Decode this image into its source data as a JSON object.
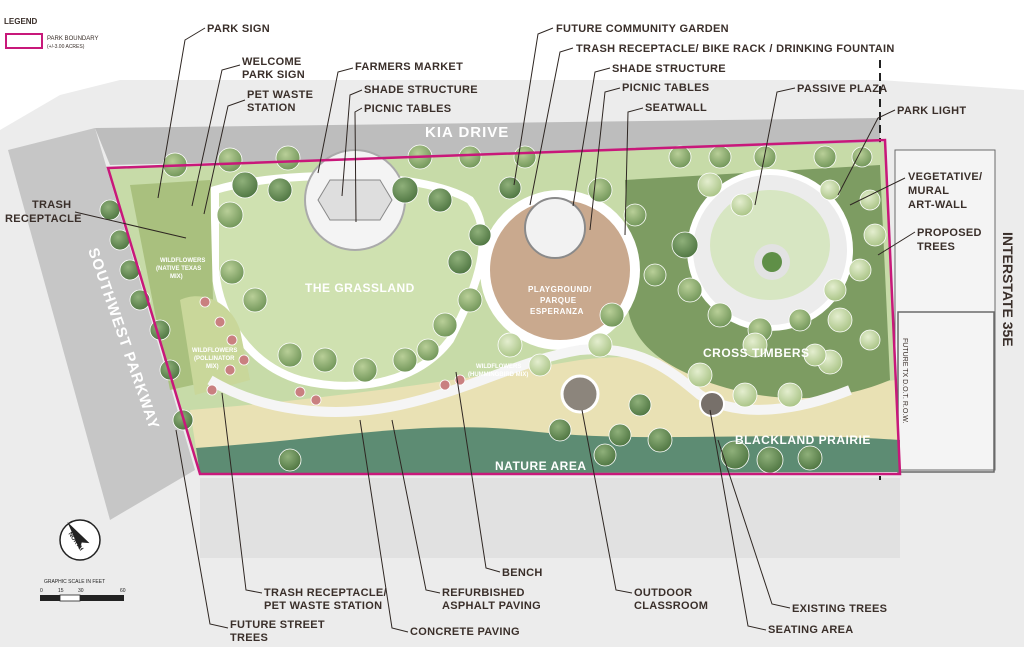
{
  "legend": {
    "title": "LEGEND",
    "boundary_label": "PARK BOUNDARY",
    "boundary_area": "(+/-3.00 ACRES)",
    "boundary_color": "#c8187a"
  },
  "scale": {
    "north_label": "NORTH",
    "caption": "GRAPHIC SCALE IN FEET",
    "ticks": [
      "0",
      "15",
      "30",
      "60"
    ]
  },
  "roads": {
    "kia_drive": "KIA DRIVE",
    "southwest_parkway": "SOUTHWEST PARKWAY",
    "interstate": "INTERSTATE 35E",
    "row": "FUTURE TX D.O.T. R.O.W."
  },
  "zones": {
    "grassland": "THE GRASSLAND",
    "playground_1": "PLAYGROUND/",
    "playground_2": "PARQUE",
    "playground_3": "ESPERANZA",
    "cross_timbers": "CROSS TIMBERS",
    "blackland_prairie": "BLACKLAND PRAIRIE",
    "nature_area": "NATURE AREA",
    "wildflowers_native_1": "WILDFLOWERS",
    "wildflowers_native_2": "(NATIVE TEXAS",
    "wildflowers_native_3": "MIX)",
    "wildflowers_pollinator_1": "WILDFLOWERS",
    "wildflowers_pollinator_2": "(POLLINATOR",
    "wildflowers_pollinator_3": "MIX)",
    "wildflowers_hummingbird_1": "WILDFLOWERS",
    "wildflowers_hummingbird_2": "(HUMMINGBIRD MIX)"
  },
  "labels": {
    "park_sign": "PARK SIGN",
    "welcome_1": "WELCOME",
    "welcome_2": "PARK SIGN",
    "pet_waste_1": "PET WASTE",
    "pet_waste_2": "STATION",
    "trash_1": "TRASH",
    "trash_2": "RECEPTACLE",
    "farmers_market": "FARMERS MARKET",
    "shade_structure_1": "SHADE STRUCTURE",
    "picnic_tables_1": "PICNIC TABLES",
    "future_garden": "FUTURE COMMUNITY GARDEN",
    "trash_bike": "TRASH RECEPTACLE/ BIKE RACK / DRINKING FOUNTAIN",
    "shade_structure_2": "SHADE STRUCTURE",
    "picnic_tables_2": "PICNIC TABLES",
    "seatwall": "SEATWALL",
    "passive_plaza": "PASSIVE PLAZA",
    "park_light": "PARK LIGHT",
    "vegetative_1": "VEGETATIVE/",
    "vegetative_2": "MURAL",
    "vegetative_3": "ART-WALL",
    "proposed_1": "PROPOSED",
    "proposed_2": "TREES",
    "trash_pet_1": "TRASH RECEPTACLE/",
    "trash_pet_2": "PET WASTE STATION",
    "future_street_1": "FUTURE STREET",
    "future_street_2": "TREES",
    "refurbished_1": "REFURBISHED",
    "refurbished_2": "ASPHALT PAVING",
    "concrete_paving": "CONCRETE PAVING",
    "bench": "BENCH",
    "outdoor_1": "OUTDOOR",
    "outdoor_2": "CLASSROOM",
    "existing_trees": "EXISTING TREES",
    "seating_area": "SEATING AREA"
  }
}
